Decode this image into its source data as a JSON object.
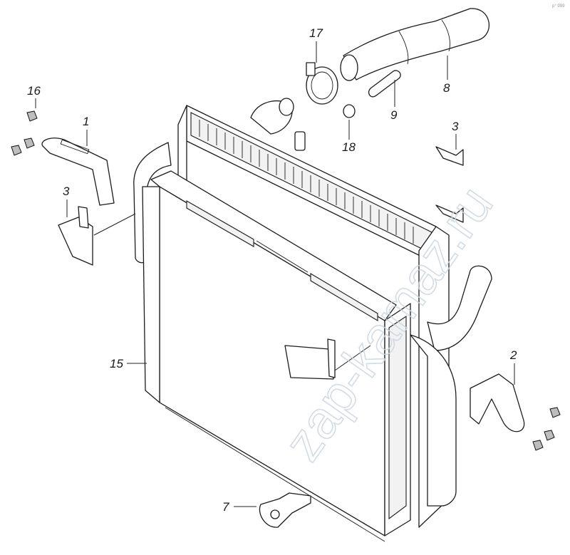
{
  "watermark": "zap-kamaz.ru",
  "corner_mark": "p° 999",
  "callouts": [
    {
      "id": "16",
      "label": "16"
    },
    {
      "id": "1",
      "label": "1"
    },
    {
      "id": "3a",
      "label": "3"
    },
    {
      "id": "17",
      "label": "17"
    },
    {
      "id": "8",
      "label": "8"
    },
    {
      "id": "9",
      "label": "9"
    },
    {
      "id": "18",
      "label": "18"
    },
    {
      "id": "3b",
      "label": "3"
    },
    {
      "id": "15",
      "label": "15"
    },
    {
      "id": "2",
      "label": "2"
    },
    {
      "id": "7",
      "label": "7"
    }
  ]
}
